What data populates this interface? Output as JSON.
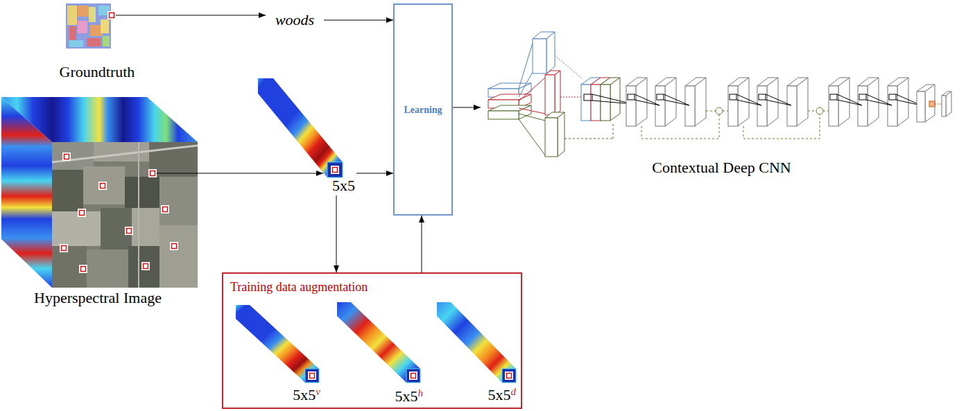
{
  "diagram": {
    "nodes": [
      {
        "text": [
          "Groundtruth"
        ]
      },
      {
        "text": [
          "woods"
        ]
      },
      {
        "text": [
          "Hyperspectral Image"
        ]
      },
      {
        "text": [
          "5x5"
        ]
      },
      {
        "text": [
          "Learning"
        ]
      },
      {
        "text": [
          "Training data augmentation"
        ]
      },
      {
        "text": [
          "5x5",
          "v"
        ],
        "in": 5
      },
      {
        "text": [
          "5x5",
          "h"
        ],
        "in": 5
      },
      {
        "text": [
          "5x5",
          "d"
        ],
        "in": 5
      },
      {
        "text": [
          "Contextual Deep CNN"
        ]
      }
    ],
    "edges": [
      {
        "from": 0,
        "to": 1,
        "arrow": "to"
      },
      {
        "from": 1,
        "to": 4,
        "arrow": "to"
      },
      {
        "from": 2,
        "to": 3,
        "arrow": "to"
      },
      {
        "from": 3,
        "to": 4,
        "arrow": "to"
      },
      {
        "from": 3,
        "to": 5,
        "arrow": "to"
      },
      {
        "from": 5,
        "to": 4,
        "arrow": "to"
      },
      {
        "from": 4,
        "to": 9,
        "arrow": "to"
      }
    ]
  }
}
